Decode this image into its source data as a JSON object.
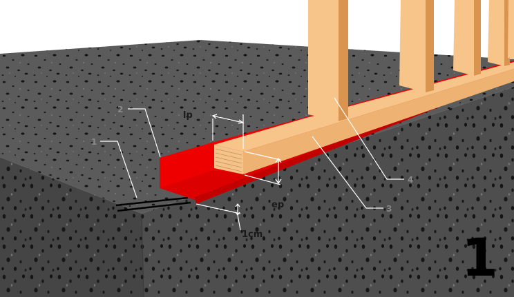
{
  "labels": {
    "part_1": "1",
    "part_2": "2",
    "part_3": "3",
    "part_4": "4",
    "lp": "lp",
    "ep": "ep",
    "gap": "1cm"
  },
  "step_number": "1",
  "colors": {
    "slab_top": "#5b5b5b",
    "slab_front": "#4e4e4e",
    "slab_side": "#454545",
    "membrane": "#ee0000",
    "membrane_dark": "#c20000",
    "wood_light": "#f7c58a",
    "wood_mid": "#eeb272",
    "wood_dark": "#d9954f",
    "leader": "#ffffff",
    "label_grey": "#8a8a8a",
    "label_dark": "#1a1a1a"
  }
}
